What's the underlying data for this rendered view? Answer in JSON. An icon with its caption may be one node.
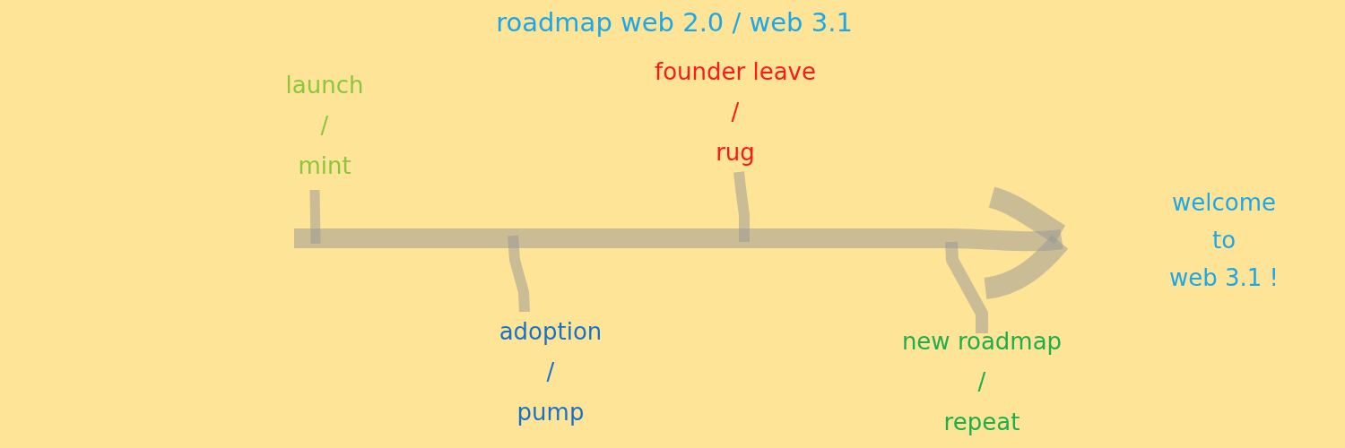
{
  "diagram": {
    "title": "roadmap web 2.0 / web 3.1",
    "labels": [
      "launch / mint",
      "adoption / pump",
      "founder leave / rug",
      "new roadmap / repeat",
      "welcome to web 3.1 !"
    ]
  }
}
